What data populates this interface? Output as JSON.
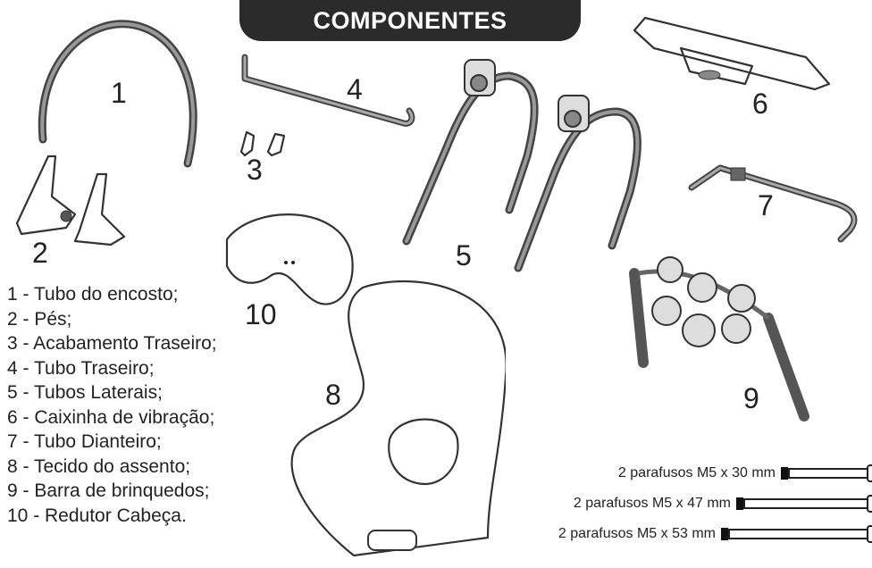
{
  "header": {
    "title": "COMPONENTES"
  },
  "numbers": {
    "n1": "1",
    "n2": "2",
    "n3": "3",
    "n4": "4",
    "n5": "5",
    "n6": "6",
    "n7": "7",
    "n8": "8",
    "n9": "9",
    "n10": "10"
  },
  "legend": [
    "1 - Tubo do encosto;",
    "2 - Pés;",
    "3 - Acabamento Traseiro;",
    "4 - Tubo Traseiro;",
    "5 - Tubos Laterais;",
    "6 - Caixinha de vibração;",
    "7 - Tubo Dianteiro;",
    "8 - Tecido do assento;",
    "9 - Barra de brinquedos;",
    "10 - Redutor Cabeça."
  ],
  "screws": [
    {
      "label": "2 parafusos M5 x 30 mm"
    },
    {
      "label": "2 parafusos M5 x 47 mm"
    },
    {
      "label": "2 parafusos M5 x 53 mm"
    }
  ],
  "colors": {
    "header_bg": "#2b2b2b",
    "header_text": "#ffffff",
    "line": "#333333"
  }
}
